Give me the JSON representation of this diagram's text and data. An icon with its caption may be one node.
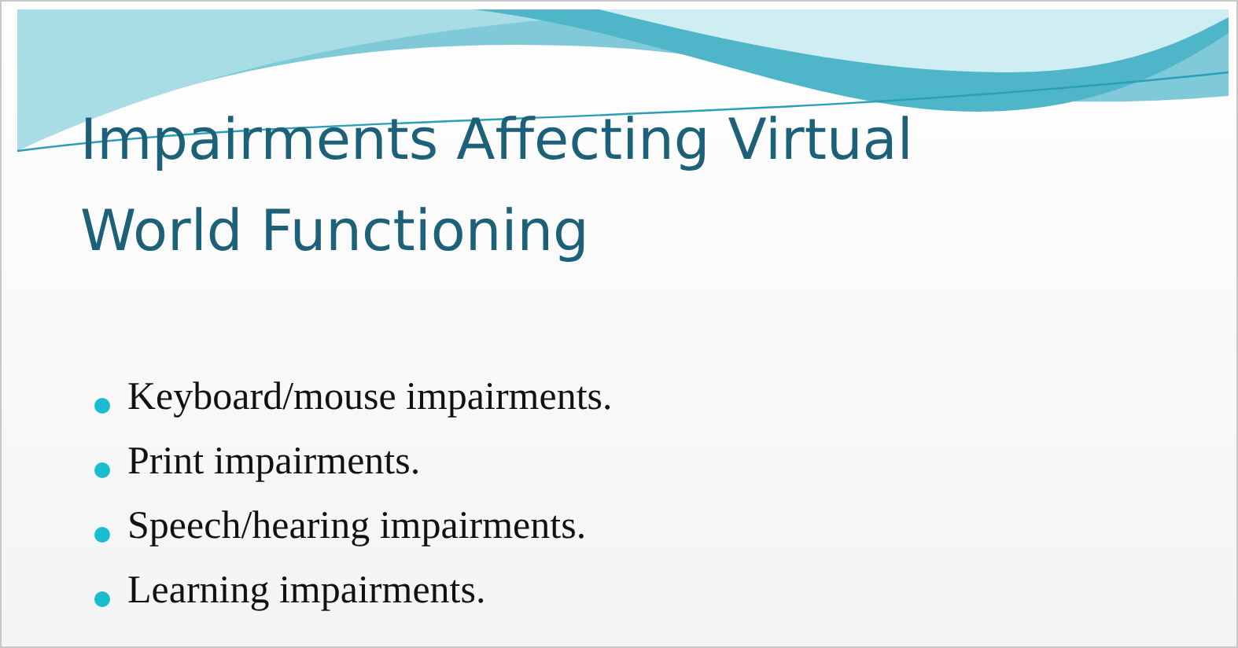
{
  "diagram": {
    "title": "Impairments Affecting Virtual World Functioning",
    "labels": [
      "Keyboard/mouse impairments.",
      "Print impairments.",
      "Speech/hearing impairments.",
      "Learning impairments."
    ]
  }
}
